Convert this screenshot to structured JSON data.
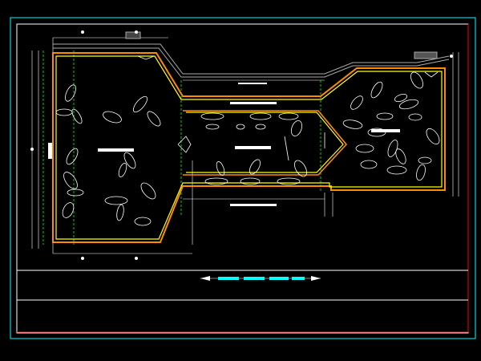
{
  "drawing": {
    "colors": {
      "background": "#000000",
      "frame_outer": "#00ffff",
      "frame_inner": "#ffffff",
      "frame_bottom": "#ff0000",
      "outline_yellow": "#ffff00",
      "outline_orange": "#ff8c00",
      "dashed_green": "#00ff00",
      "dims_white": "#ffffff",
      "rocks": "#ffffff",
      "title_bar": "#00ffff"
    },
    "sections": [
      {
        "id": "left-hall",
        "label": ""
      },
      {
        "id": "center-hall",
        "label": ""
      },
      {
        "id": "right-hall",
        "label": ""
      }
    ],
    "icons": [
      "section-marker-icon",
      "arrow-left-icon",
      "arrow-right-icon",
      "rock-icon"
    ]
  }
}
